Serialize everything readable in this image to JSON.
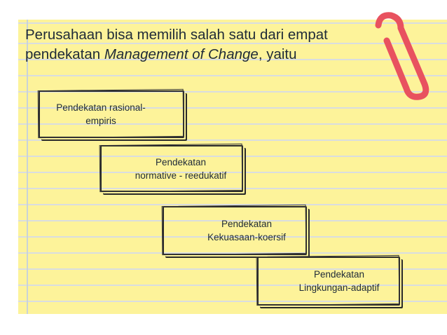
{
  "title": {
    "line1": "Perusahaan bisa memilih salah satu dari empat",
    "line2_prefix": "pendekatan ",
    "line2_italic": "Management of Change",
    "line2_suffix": ", yaitu"
  },
  "steps": [
    {
      "label": "Pendekatan rasional-\nempiris"
    },
    {
      "label": "Pendekatan\nnormative - reedukatif"
    },
    {
      "label": "Pendekatan\nKekuasaan-koersif"
    },
    {
      "label": "Pendekatan\nLingkungan-adaptif"
    }
  ],
  "colors": {
    "paper": "#fdf39a",
    "rule_lines": "#d9dde0",
    "paperclip": "#e8525f",
    "text": "#1e2a38"
  },
  "icons": {
    "clip": "paperclip-icon"
  }
}
